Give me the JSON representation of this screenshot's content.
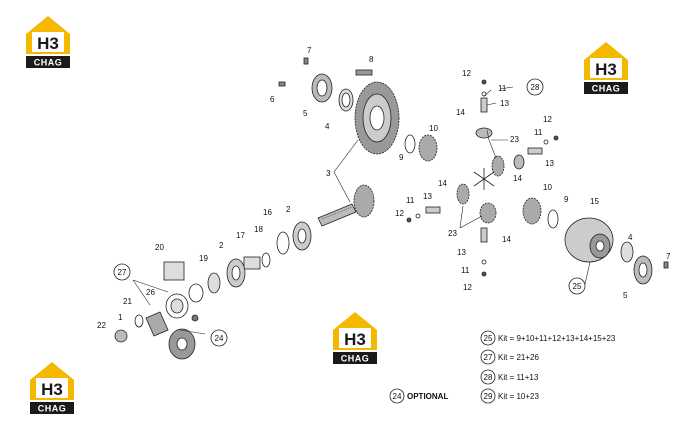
{
  "brand": {
    "mark": "H3",
    "name": "CHAG"
  },
  "part_numbers": {
    "p1": "1",
    "p2a": "2",
    "p2b": "2",
    "p3": "3",
    "p4a": "4",
    "p4b": "4",
    "p5a": "5",
    "p5b": "5",
    "p6": "6",
    "p7a": "7",
    "p7b": "7",
    "p8": "8",
    "p9a": "9",
    "p9b": "9",
    "p10a": "10",
    "p10b": "10",
    "p11a": "11",
    "p11b": "11",
    "p11c": "11",
    "p11d": "11",
    "p12a": "12",
    "p12b": "12",
    "p12c": "12",
    "p12d": "12",
    "p13a": "13",
    "p13b": "13",
    "p13c": "13",
    "p13d": "13",
    "p14a": "14",
    "p14b": "14",
    "p14c": "14",
    "p14d": "14",
    "p15": "15",
    "p16": "16",
    "p17": "17",
    "p18": "18",
    "p19": "19",
    "p20": "20",
    "p21": "21",
    "p22": "22",
    "p23a": "23",
    "p23b": "23",
    "p26": "26"
  },
  "callouts": {
    "c24a": "24",
    "c25a": "25",
    "c27a": "27",
    "c28a": "28",
    "c24b": "24",
    "c25b": "25",
    "c27b": "27",
    "c28b": "28",
    "c29b": "29"
  },
  "legend": {
    "kit25": "Kit = 9+10+11+12+13+14+15+23",
    "kit27": "Kit = 21+26",
    "kit28": "Kit = 11+13",
    "kit29": "Kit = 10+23",
    "optional": "OPTIONAL"
  },
  "colors": {
    "logo_yellow": "#f5b800",
    "logo_dark": "#1a1a1a",
    "ink": "#111111"
  }
}
